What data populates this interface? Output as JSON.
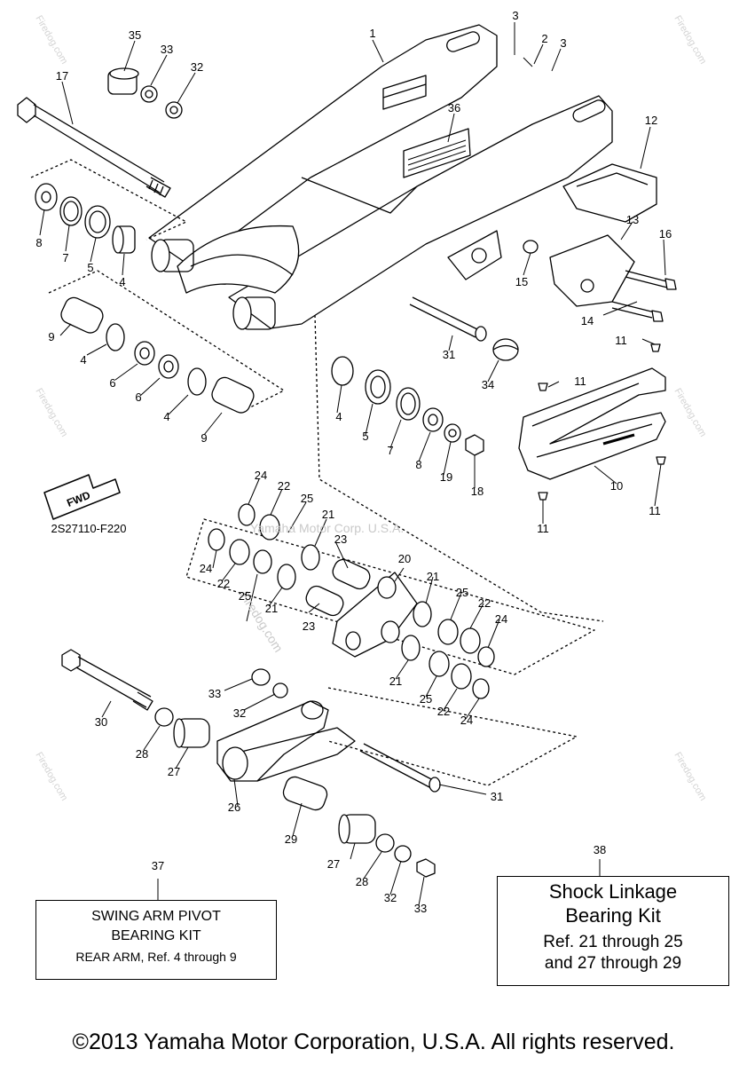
{
  "diagram": {
    "part_code": "2S27110-F220",
    "watermark_center": "Yamaha Motor Corp. U.S.A.",
    "watermark_site": "Firedog.com",
    "fwd_label": "FWD",
    "callouts": {
      "c1": "1",
      "c2": "2",
      "c3a": "3",
      "c3b": "3",
      "c4a": "4",
      "c4b": "4",
      "c4c": "4",
      "c4d": "4",
      "c5a": "5",
      "c5b": "5",
      "c6a": "6",
      "c6b": "6",
      "c7a": "7",
      "c7b": "7",
      "c8a": "8",
      "c8b": "8",
      "c9a": "9",
      "c9b": "9",
      "c10": "10",
      "c11a": "11",
      "c11b": "11",
      "c11c": "11",
      "c11d": "11",
      "c12": "12",
      "c13": "13",
      "c14": "14",
      "c15": "15",
      "c16": "16",
      "c17": "17",
      "c18": "18",
      "c19": "19",
      "c20": "20",
      "c21a": "21",
      "c21b": "21",
      "c21c": "21",
      "c21d": "21",
      "c22a": "22",
      "c22b": "22",
      "c22c": "22",
      "c22d": "22",
      "c23a": "23",
      "c23b": "23",
      "c24a": "24",
      "c24b": "24",
      "c24c": "24",
      "c24d": "24",
      "c25a": "25",
      "c25b": "25",
      "c25c": "25",
      "c25d": "25",
      "c26": "26",
      "c27a": "27",
      "c27b": "27",
      "c28a": "28",
      "c28b": "28",
      "c29": "29",
      "c30": "30",
      "c31a": "31",
      "c31b": "31",
      "c32a": "32",
      "c32b": "32",
      "c32c": "32",
      "c33a": "33",
      "c33b": "33",
      "c33c": "33",
      "c34": "34",
      "c35": "35",
      "c36": "36",
      "c37": "37",
      "c38": "38"
    }
  },
  "kit37": {
    "line1": "SWING ARM PIVOT",
    "line2": "BEARING KIT",
    "line3": "REAR ARM, Ref. 4 through 9"
  },
  "kit38": {
    "line1": "Shock Linkage",
    "line2": "Bearing Kit",
    "line3": "Ref. 21 through 25",
    "line4": "and 27 through 29"
  },
  "footer": {
    "copyright": "©2013 Yamaha Motor Corporation, U.S.A. All rights reserved."
  }
}
